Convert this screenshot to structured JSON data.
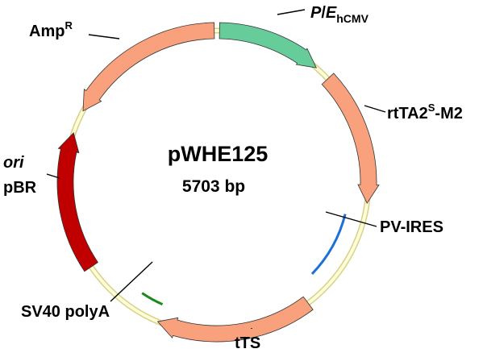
{
  "plasmid": {
    "name": "pWHE125",
    "size": "5703 bp"
  },
  "colors": {
    "backbone": "#fdfdd6",
    "backbone_stroke": "#d8d08a",
    "promoter": "#66cc99",
    "gene": "#f9a07c",
    "origin": "#c00000",
    "ires": "#1e6fd9",
    "polya": "#1a8a1a"
  },
  "labels": {
    "promoter_P": "P",
    "promoter_slash": "/",
    "promoter_E": "E",
    "promoter_sub": "hCMV",
    "rtta_main": "rtTA2",
    "rtta_sup": "S",
    "rtta_tail": "-M2",
    "amp_main": "Amp",
    "amp_sup": "R",
    "ori_line1": "ori",
    "ori_line2": "pBR",
    "ires": "PV-IRES",
    "polya": "SV40 polyA",
    "tts": "tTS"
  }
}
